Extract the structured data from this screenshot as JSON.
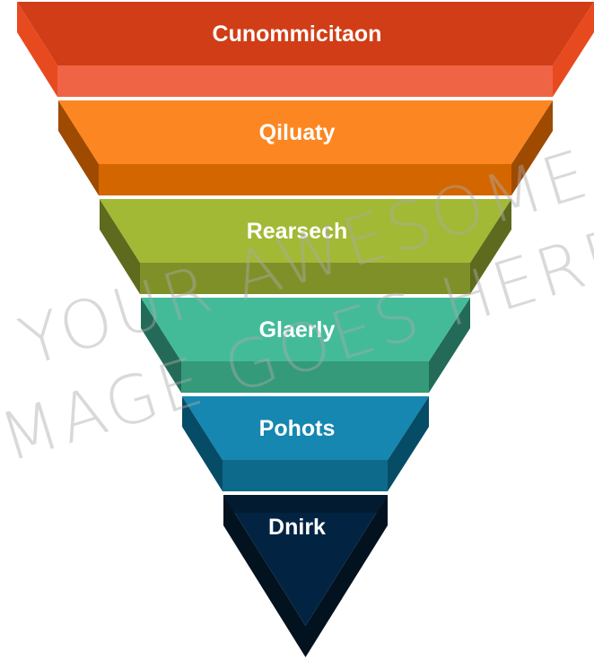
{
  "funnel": {
    "levels": [
      {
        "label": "Cunommicitaon",
        "colors": {
          "front": "#D13D16",
          "band": "#EF6445",
          "side": "#E84A1F"
        }
      },
      {
        "label": "Qiluaty",
        "colors": {
          "front": "#FC8621",
          "band": "#D46600",
          "side": "#9E4A00"
        }
      },
      {
        "label": "Rearsech",
        "colors": {
          "front": "#A2B935",
          "band": "#7F9029",
          "side": "#5E6B1E"
        }
      },
      {
        "label": "Glaerly",
        "colors": {
          "front": "#43BB99",
          "band": "#349A7A",
          "side": "#236B58"
        }
      },
      {
        "label": "Pohots",
        "colors": {
          "front": "#1587B0",
          "band": "#0E6A8A",
          "side": "#074C66"
        }
      },
      {
        "label": "Dnirk",
        "colors": {
          "front": "#022442",
          "band": "#021B30",
          "side": "#02121F"
        }
      }
    ]
  },
  "watermark": {
    "line1": "YOUR AWESOME",
    "line2": "IMAGE GOES HERE"
  }
}
